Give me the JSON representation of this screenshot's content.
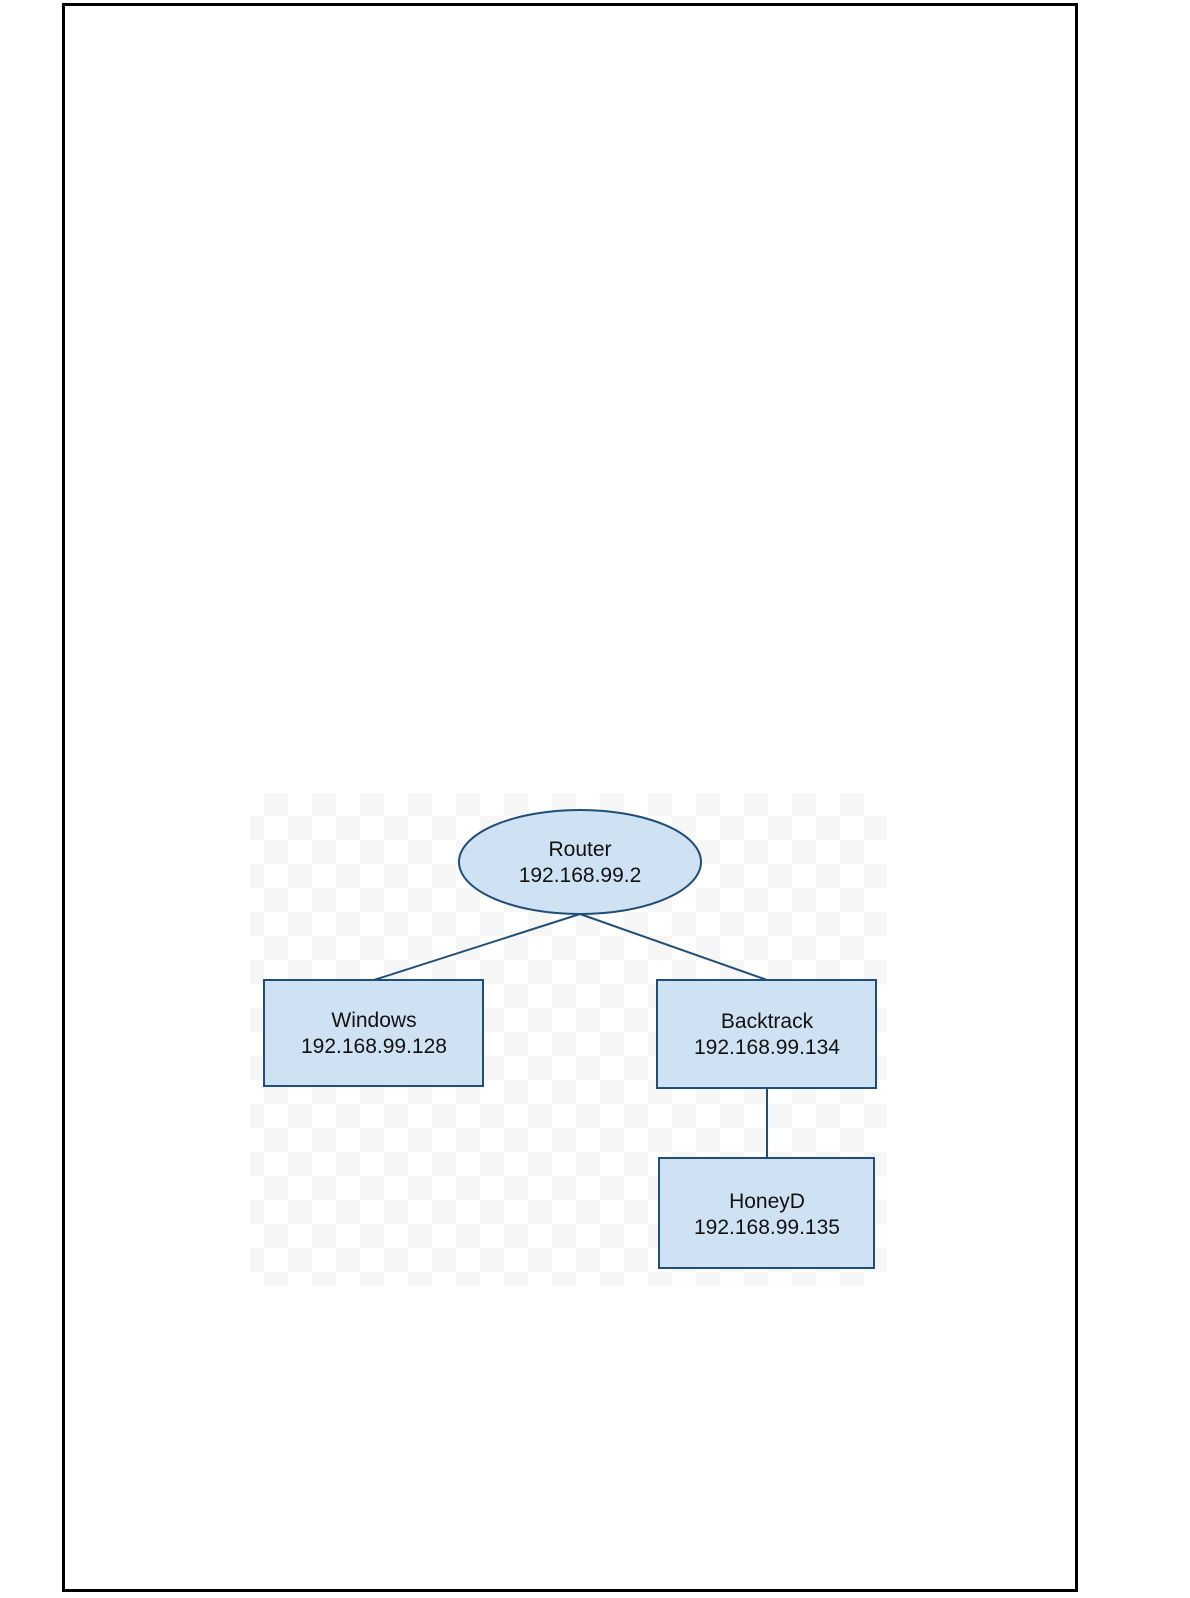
{
  "diagram": {
    "nodes": [
      {
        "id": "router",
        "shape": "ellipse",
        "name": "Router",
        "ip": "192.168.99.2"
      },
      {
        "id": "windows",
        "shape": "rect",
        "name": "Windows",
        "ip": "192.168.99.128"
      },
      {
        "id": "backtrack",
        "shape": "rect",
        "name": "Backtrack",
        "ip": "192.168.99.134"
      },
      {
        "id": "honeyd",
        "shape": "rect",
        "name": "HoneyD",
        "ip": "192.168.99.135"
      }
    ],
    "edges": [
      {
        "from": "router",
        "to": "windows"
      },
      {
        "from": "router",
        "to": "backtrack"
      },
      {
        "from": "backtrack",
        "to": "honeyd"
      }
    ],
    "colors": {
      "node_fill": "#cfe2f3",
      "node_stroke": "#1f4e79",
      "edge": "#1f4e79",
      "checker_light": "#ffffff",
      "checker_dark": "#f5f5f5"
    }
  }
}
